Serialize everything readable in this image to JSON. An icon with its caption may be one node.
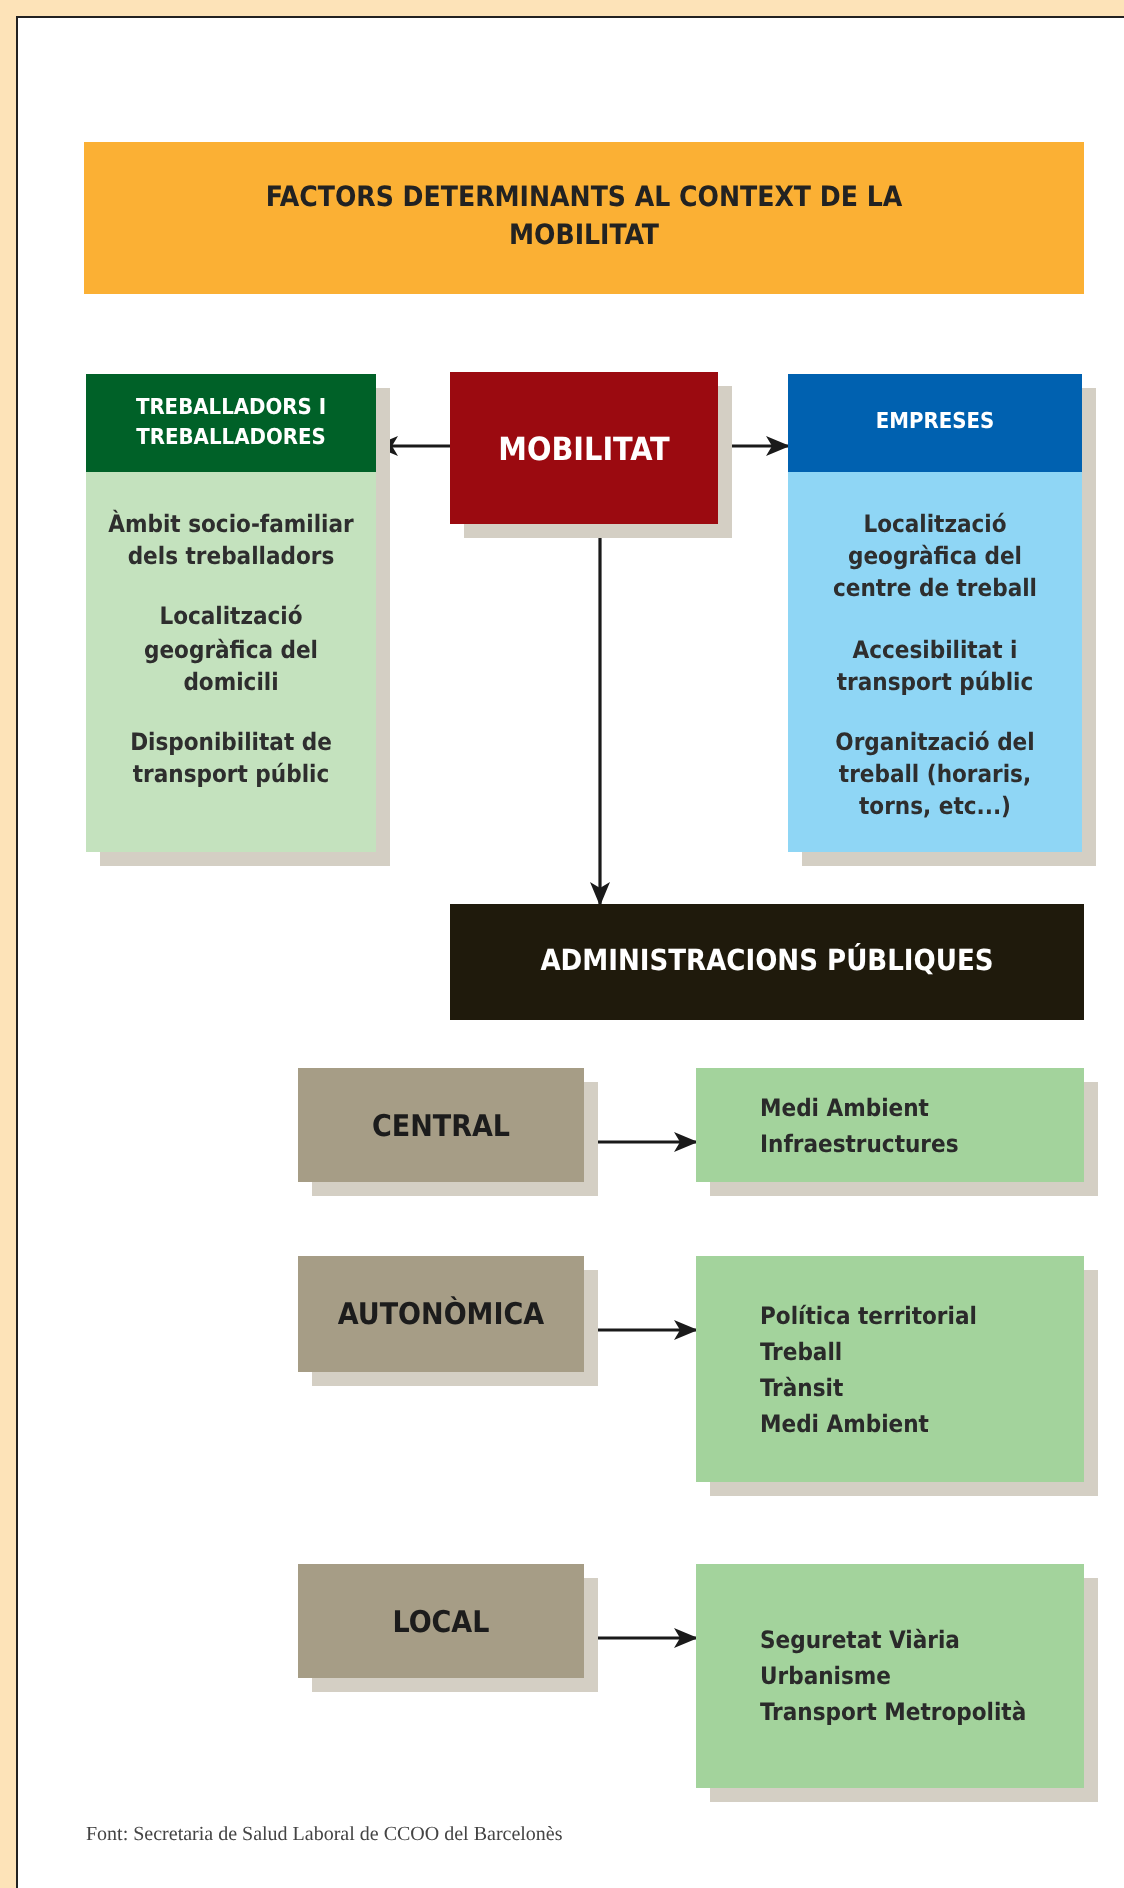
{
  "diagram": {
    "title": "FACTORS DETERMINANTS AL CONTEXT DE LA MOBILITAT",
    "nodes": [
      {
        "text": [
          "TREBALLADORS I TREBALLADORES",
          "Àmbit socio-familiar dels treballadors",
          "Localització geogràfica del domicili",
          "Disponibilitat de transport públic"
        ]
      },
      {
        "text": [
          "MOBILITAT"
        ]
      },
      {
        "text": [
          "EMPRESES",
          "Localització geogràfica del centre de treball",
          "Accesibilitat i transport públic",
          "Organització del treball (horaris, torns, etc...)"
        ]
      },
      {
        "text": [
          "ADMINISTRACIONS PÚBLIQUES"
        ]
      },
      {
        "text": [
          "CENTRAL"
        ]
      },
      {
        "text": [
          "Medi Ambient",
          "Infraestructures"
        ]
      },
      {
        "text": [
          "AUTONÒMICA"
        ]
      },
      {
        "text": [
          "Política territorial",
          "Treball",
          "Trànsit",
          "Medi Ambient"
        ]
      },
      {
        "text": [
          "LOCAL"
        ]
      },
      {
        "text": [
          "Seguretat Viària",
          "Urbanisme",
          "Transport Metropolità"
        ]
      }
    ],
    "edges": [
      {
        "from": 1,
        "to": 0,
        "arrow": "to"
      },
      {
        "from": 1,
        "to": 2,
        "arrow": "to"
      },
      {
        "from": 1,
        "to": 3,
        "arrow": "to"
      },
      {
        "from": 4,
        "to": 5,
        "arrow": "to"
      },
      {
        "from": 6,
        "to": 7,
        "arrow": "to"
      },
      {
        "from": 8,
        "to": 9,
        "arrow": "to"
      }
    ],
    "labels": [
      "Font: Secretaria de Salud Laboral de CCOO del Barcelonès"
    ]
  }
}
